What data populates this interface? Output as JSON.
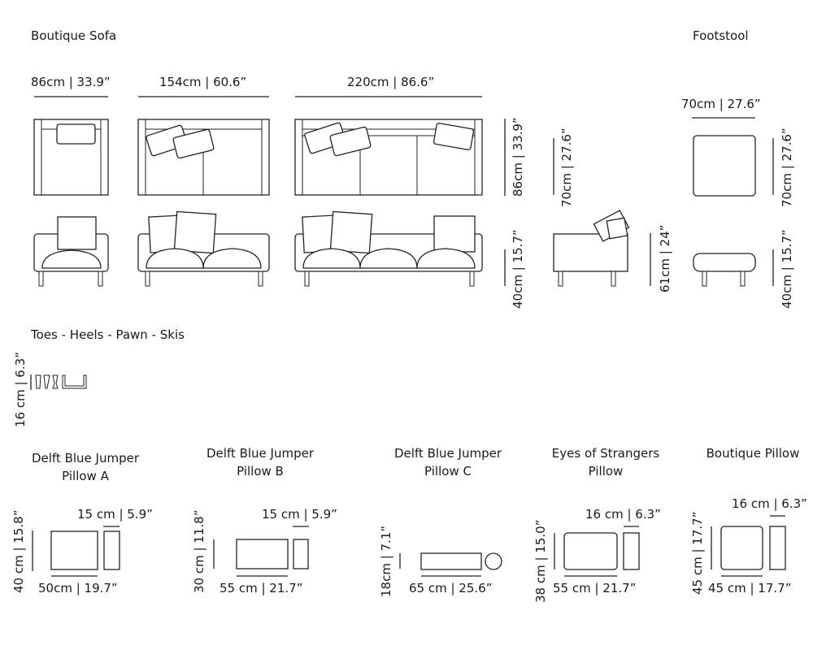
{
  "titles": {
    "boutique_sofa": "Boutique Sofa",
    "footstool": "Footstool",
    "feet": "Toes - Heels - Pawn - Skis"
  },
  "sofa_dims": {
    "chair_width": "86cm | 33.9”",
    "two_seat_width": "154cm | 60.6”",
    "three_seat_width": "220cm | 86.6”",
    "depth": "86cm | 33.9”",
    "side_depth": "70cm | 27.6”",
    "seat_height": "40cm | 15.7”",
    "total_height": "61cm | 24”"
  },
  "footstool_dims": {
    "width": "70cm | 27.6”",
    "depth": "70cm | 27.6”",
    "height": "40cm | 15.7”"
  },
  "feet_dims": {
    "height": "16 cm | 6.3”"
  },
  "pillows": [
    {
      "title1": "Delft Blue Jumper",
      "title2": "Pillow A",
      "height": "40 cm | 15.8”",
      "thickness": "15 cm | 5.9”",
      "width": "50cm | 19.7”"
    },
    {
      "title1": "Delft Blue Jumper",
      "title2": "Pillow B",
      "height": "30 cm | 11.8”",
      "thickness": "15 cm | 5.9”",
      "width": "55 cm | 21.7”"
    },
    {
      "title1": "Delft Blue Jumper",
      "title2": "Pillow C",
      "height": "18cm | 7.1”",
      "thickness": "",
      "width": "65 cm | 25.6”"
    },
    {
      "title1": "Eyes of Strangers",
      "title2": "Pillow",
      "height": "38 cm | 15.0”",
      "thickness": "16 cm | 6.3”",
      "width": "55 cm | 21.7”"
    },
    {
      "title1": "Boutique Pillow",
      "title2": "",
      "height": "45 cm | 17.7”",
      "thickness": "16 cm | 6.3”",
      "width": "45 cm | 17.7”"
    }
  ]
}
